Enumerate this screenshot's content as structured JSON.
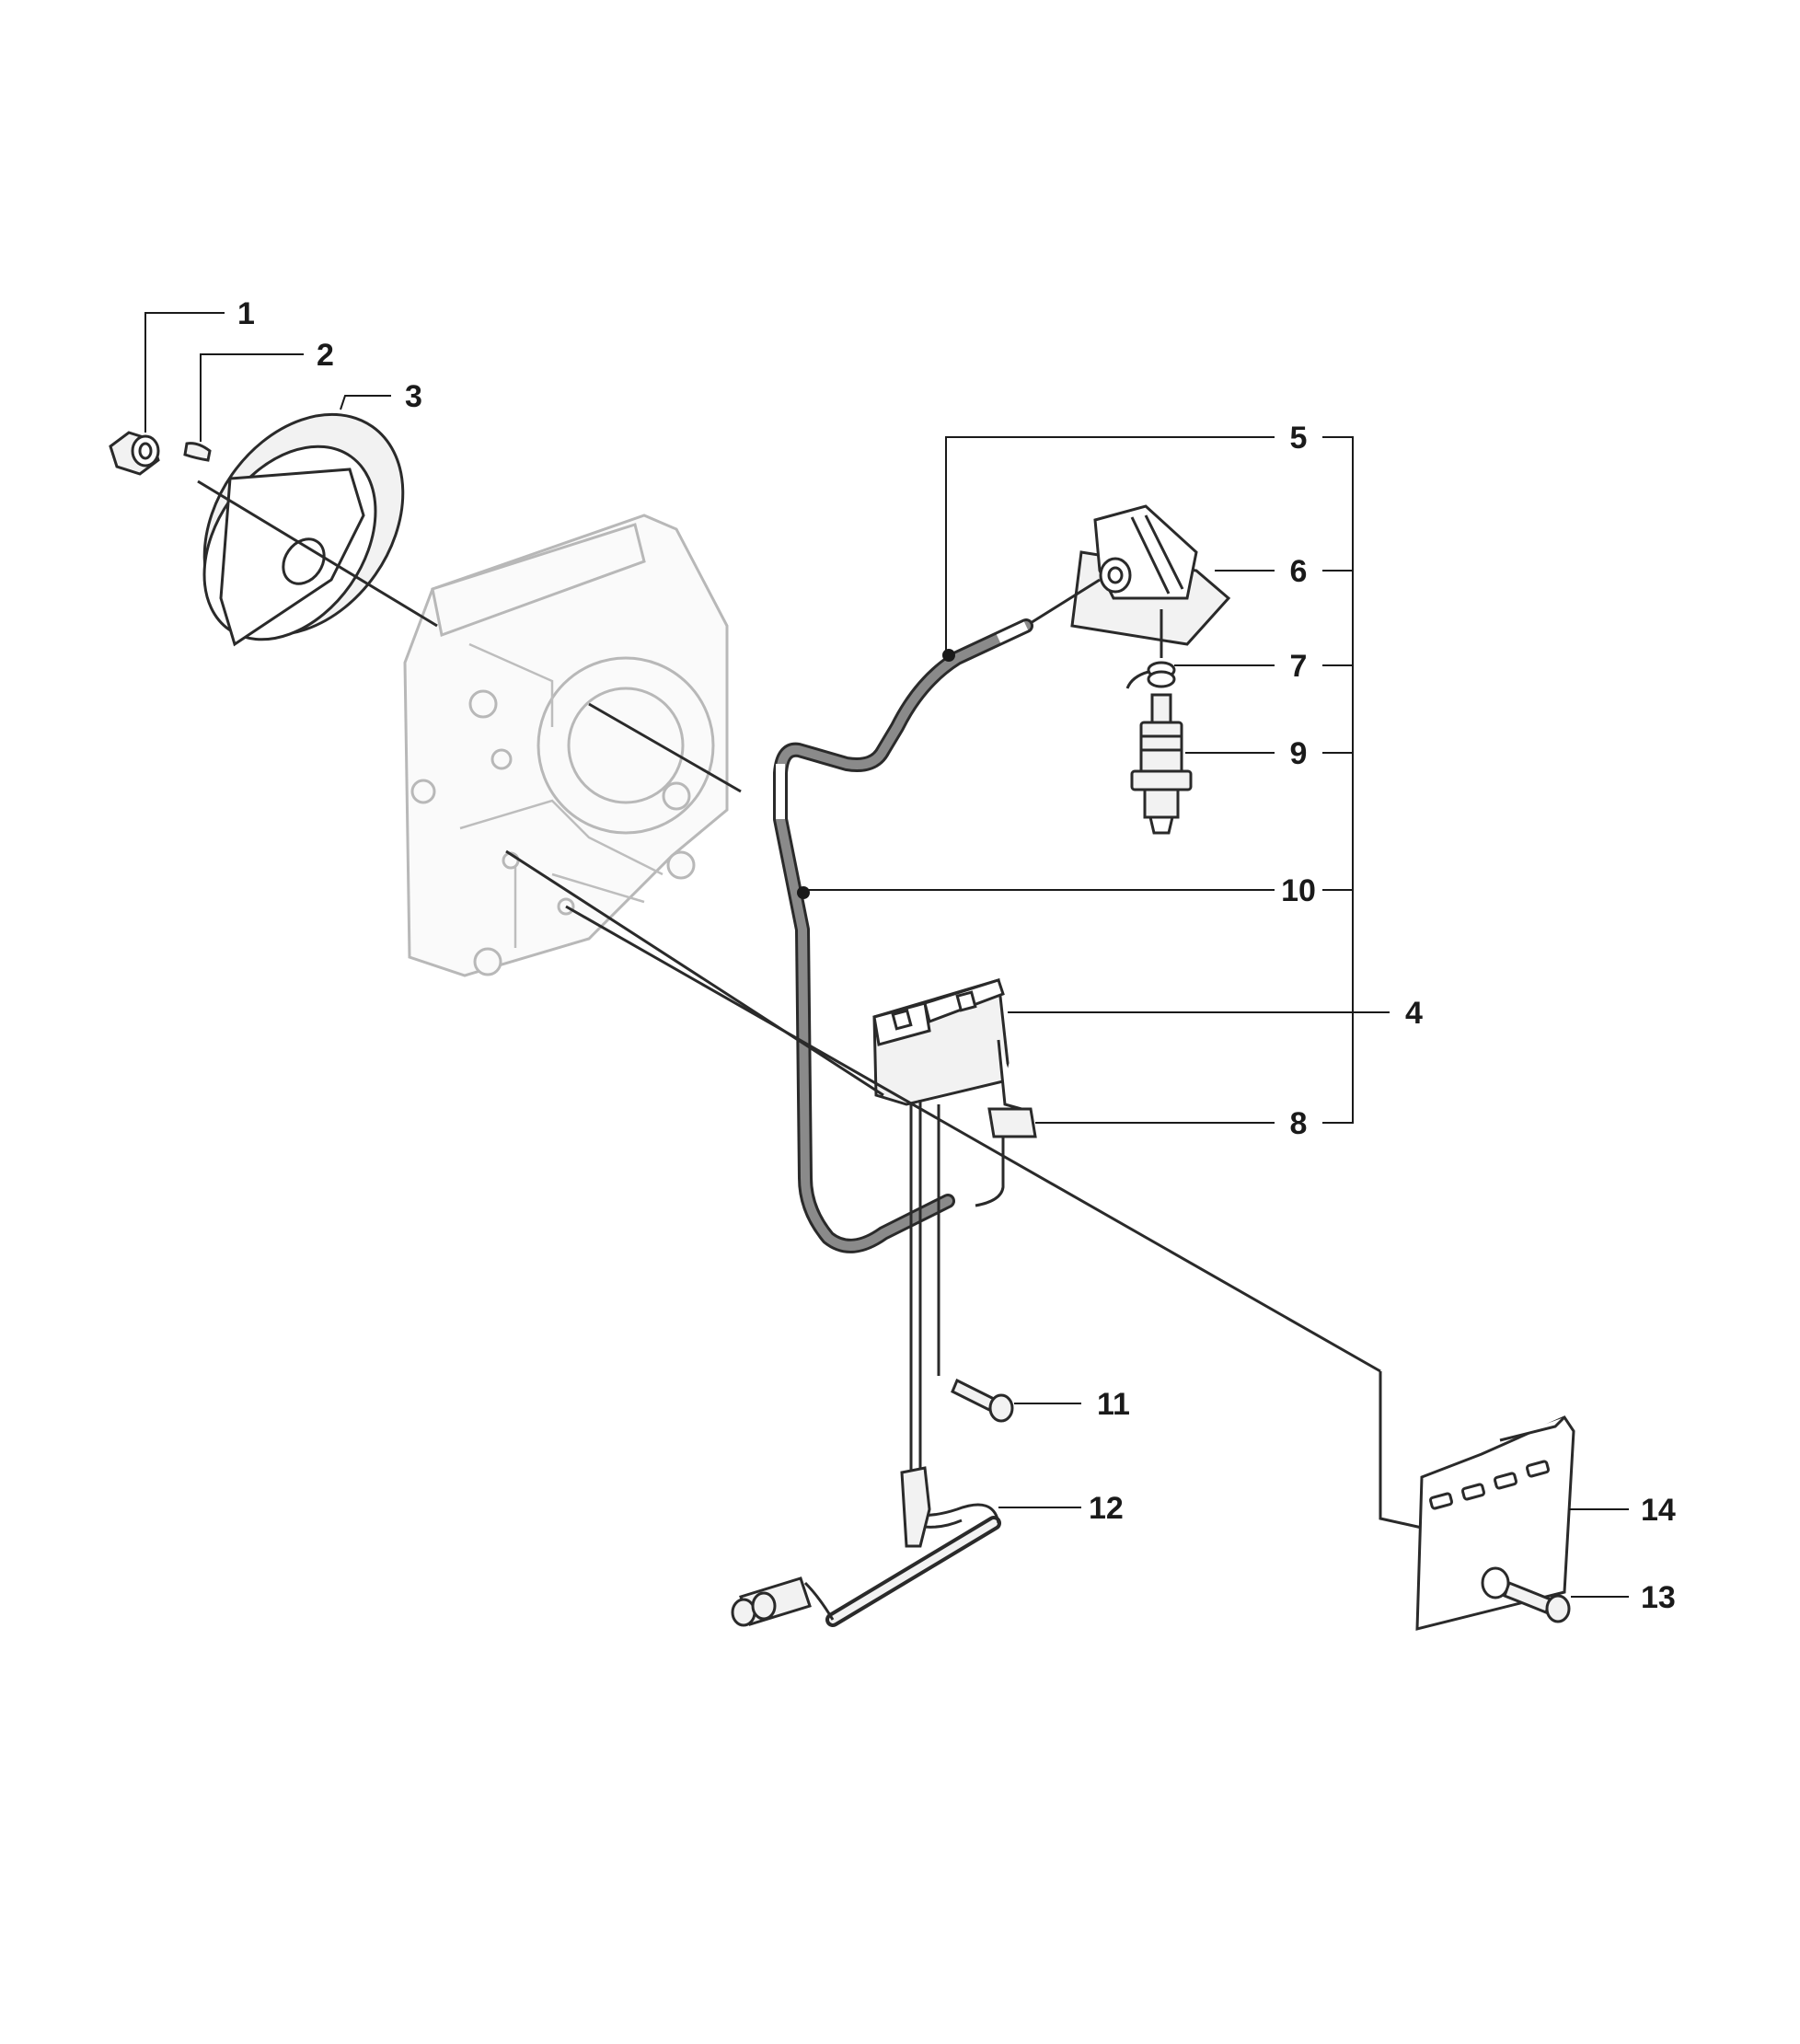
{
  "diagram": {
    "callouts": [
      {
        "id": "c1",
        "label": "1"
      },
      {
        "id": "c2",
        "label": "2"
      },
      {
        "id": "c3",
        "label": "3"
      },
      {
        "id": "c5",
        "label": "5"
      },
      {
        "id": "c6",
        "label": "6"
      },
      {
        "id": "c7",
        "label": "7"
      },
      {
        "id": "c9",
        "label": "9"
      },
      {
        "id": "c10",
        "label": "10"
      },
      {
        "id": "c4",
        "label": "4"
      },
      {
        "id": "c8",
        "label": "8"
      },
      {
        "id": "c11",
        "label": "11"
      },
      {
        "id": "c12",
        "label": "12"
      },
      {
        "id": "c14",
        "label": "14"
      },
      {
        "id": "c13",
        "label": "13"
      }
    ],
    "colors": {
      "line": "#1a1a1a",
      "ghost_part": "#b8b8b8",
      "lead_wire": "#8a8a8a",
      "background": "#ffffff"
    }
  }
}
